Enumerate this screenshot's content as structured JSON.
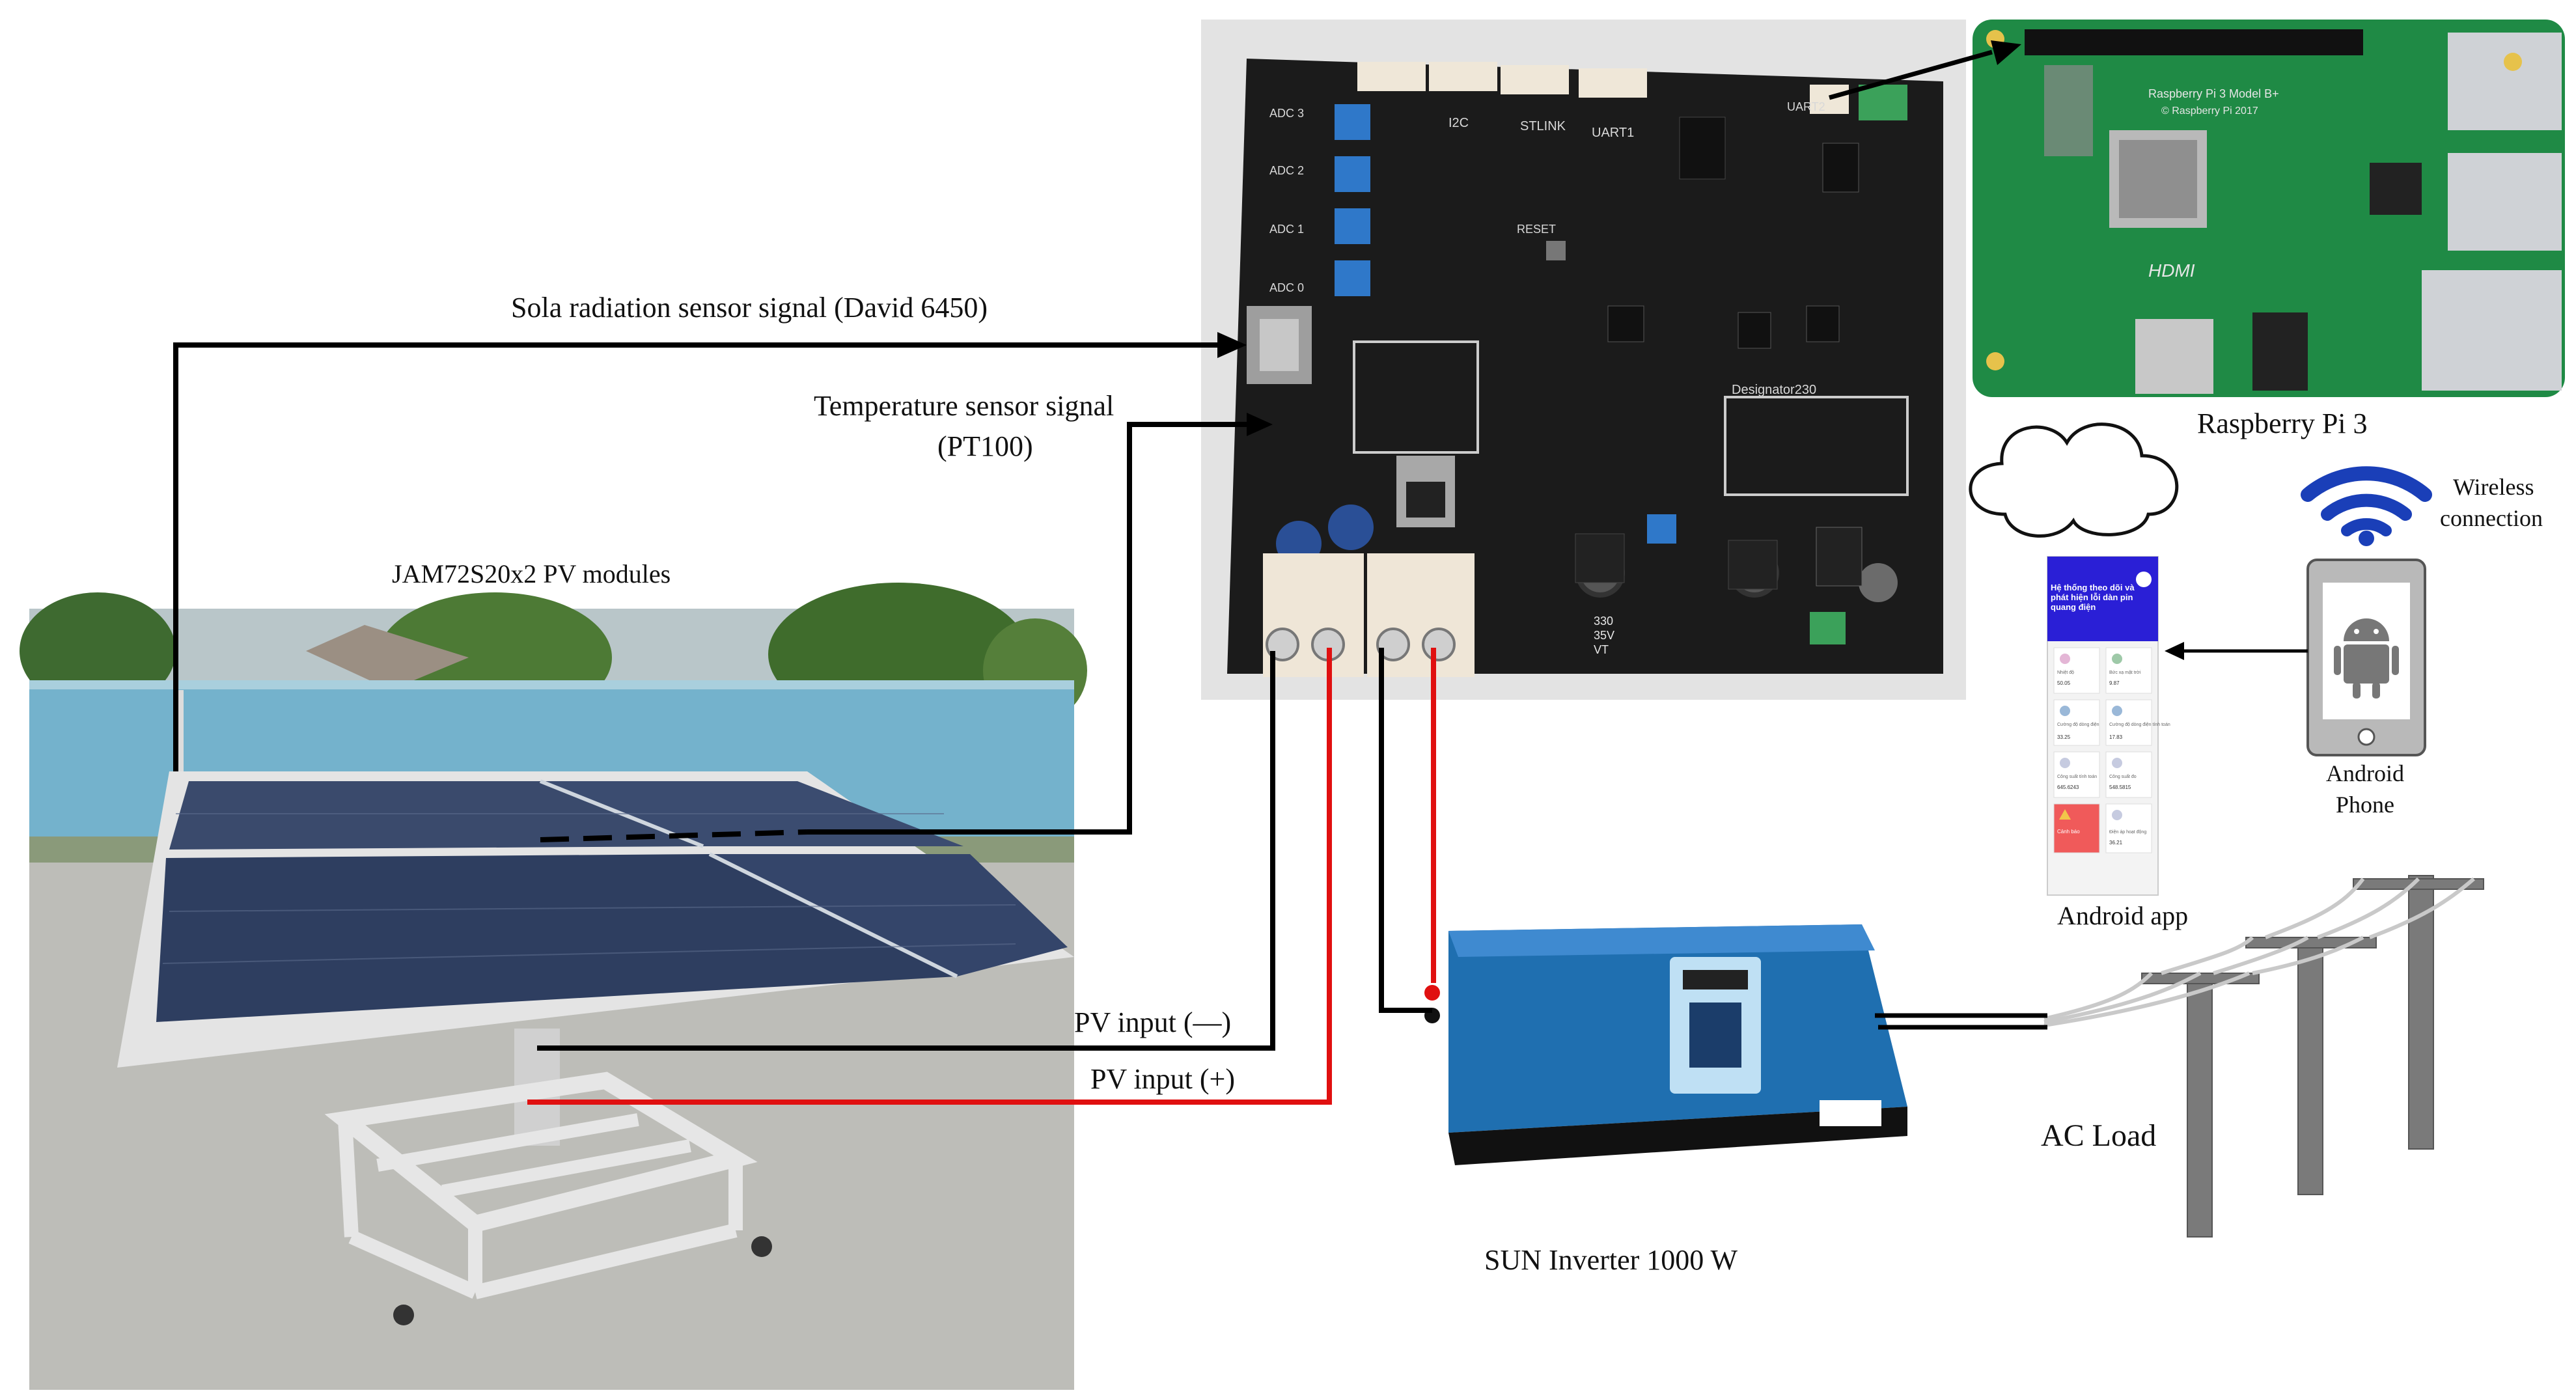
{
  "labels": {
    "solar_sensor": "Sola radiation sensor signal (David 6450)",
    "temp_sensor_line1": "Temperature sensor signal",
    "temp_sensor_line2": "(PT100)",
    "pv_modules": "JAM72S20x2 PV modules",
    "pv_input_neg": "PV input (—)",
    "pv_input_pos": "PV input (+)",
    "inverter": "SUN Inverter 1000 W",
    "ac_load": "AC Load",
    "raspberry": "Raspberry Pi 3",
    "android_app": "Android app",
    "android_phone_line1": "Android",
    "android_phone_line2": "Phone",
    "wireless_line1": "Wireless",
    "wireless_line2": "connection"
  },
  "pcb": {
    "headers": [
      "I2C",
      "STLINK",
      "UART1",
      "UART2"
    ],
    "adc_labels": [
      "ADC 3",
      "ADC 2",
      "ADC 1",
      "ADC 0"
    ],
    "reset_label": "RESET",
    "designator": "Designator230",
    "capacitor_text": [
      "330",
      "35V",
      "VT"
    ]
  },
  "raspberry_board": {
    "silk_title": "Raspberry Pi 3 Model B+",
    "silk_year": "© Raspberry Pi 2017",
    "hdmi": "HDMI"
  },
  "app_screen": {
    "title": "Hệ thống theo dõi và phát hiện lỗi dàn pin quang điện",
    "cards": [
      {
        "label": "Nhiệt độ",
        "value": "50.05"
      },
      {
        "label": "Bức xạ mặt trời",
        "value": "9.87"
      },
      {
        "label": "Cường độ dòng điện",
        "value": "33.25"
      },
      {
        "label": "Cường độ dòng điện tính toán",
        "value": "17.83"
      },
      {
        "label": "Công suất tính toán",
        "value": "645.6243"
      },
      {
        "label": "Công suất đo",
        "value": "548.5815"
      },
      {
        "label": "Cảnh báo",
        "value": ""
      },
      {
        "label": "Điện áp hoạt động",
        "value": "36.21"
      }
    ]
  },
  "colors": {
    "wire_black": "#000000",
    "wire_red": "#e01010",
    "pcb": "#1b1b1b",
    "rpi_board": "#1f8a45",
    "inverter_blue": "#1f6fb0",
    "wall_blue": "#74b2cc",
    "wifi_blue": "#1a3fb8",
    "app_header": "#2a1fd6",
    "app_alert": "#f05a5a"
  },
  "icons": {
    "cloud": "cloud-icon",
    "wifi": "wifi-icon",
    "android": "android-icon"
  }
}
